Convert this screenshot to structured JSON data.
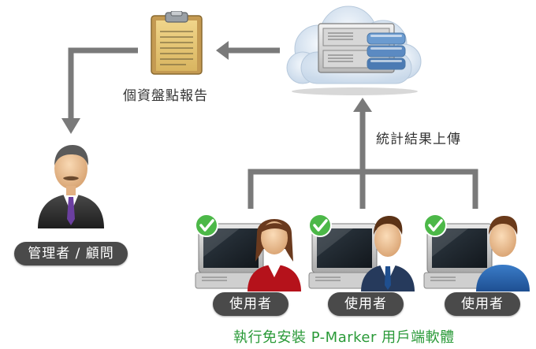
{
  "colors": {
    "connector": "#7a7a7a",
    "pill_bg": "#4a4a4a",
    "caption_green": "#2a9a38",
    "badge_green": "#4cb848"
  },
  "report": {
    "label": "個資盤點報告",
    "icon": "clipboard-report-icon"
  },
  "server": {
    "icon": "cloud-server-icon"
  },
  "upload": {
    "label": "統計結果上傳"
  },
  "admin": {
    "label": "管理者 / 顧問",
    "icon": "consultant-person-icon"
  },
  "users": [
    {
      "label": "使用者",
      "icon": "user-workstation-icon"
    },
    {
      "label": "使用者",
      "icon": "user-workstation-icon"
    },
    {
      "label": "使用者",
      "icon": "user-workstation-icon"
    }
  ],
  "caption": "執行免安裝 P-Marker 用戶端軟體"
}
